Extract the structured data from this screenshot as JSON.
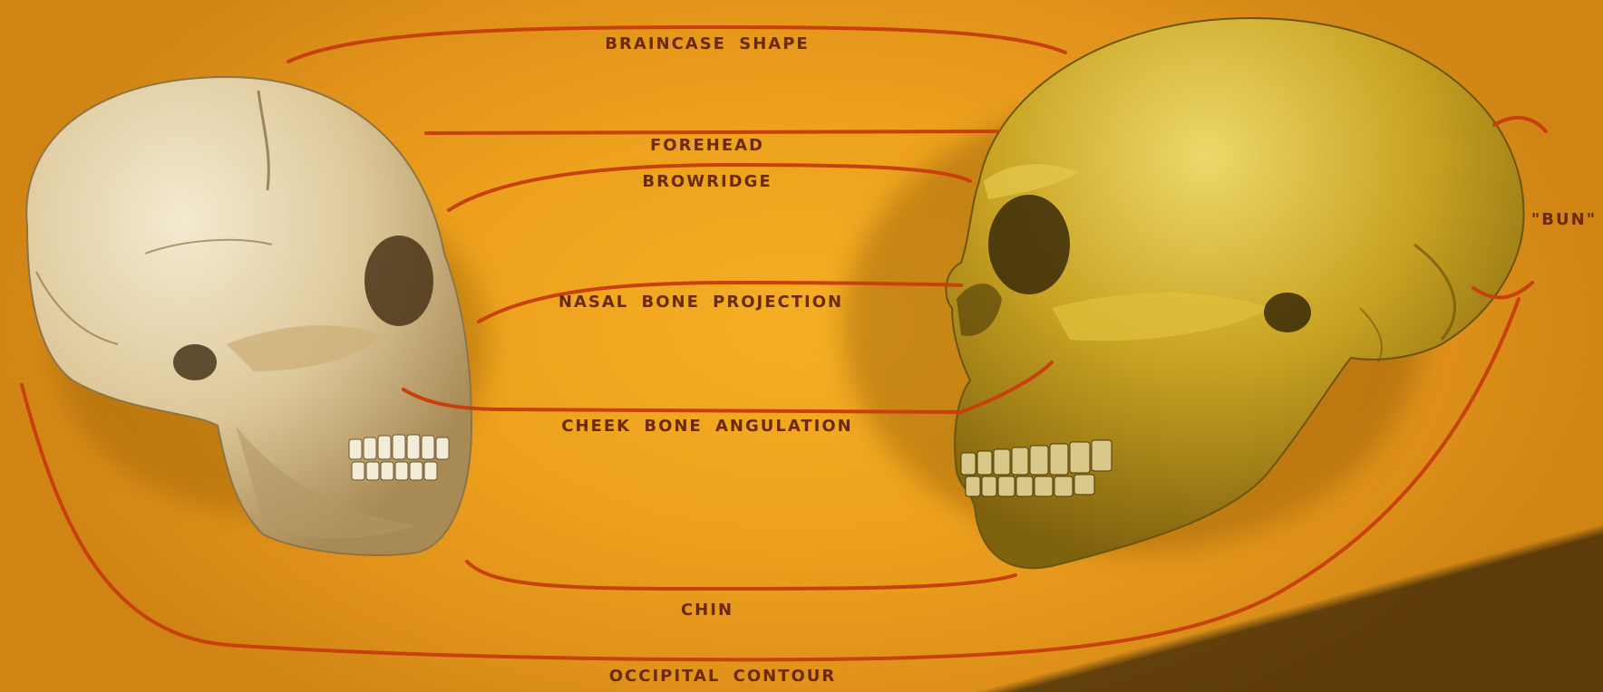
{
  "labels": {
    "braincase_shape": "BRAINCASE SHAPE",
    "forehead": "FOREHEAD",
    "browridge": "BROWRIDGE",
    "nasal_bone_projection": "NASAL BONE PROJECTION",
    "cheek_bone_angulation": "CHEEK BONE ANGULATION",
    "chin": "CHIN",
    "occipital_contour": "OCCIPITAL CONTOUR",
    "bun": "\"BUN\""
  },
  "colors": {
    "board": "#eda11d",
    "line": "#c8400c",
    "label_text": "#6a2a08",
    "modern_skull": "#e6d3a8",
    "neanderthal_skull": "#c7a21a"
  }
}
